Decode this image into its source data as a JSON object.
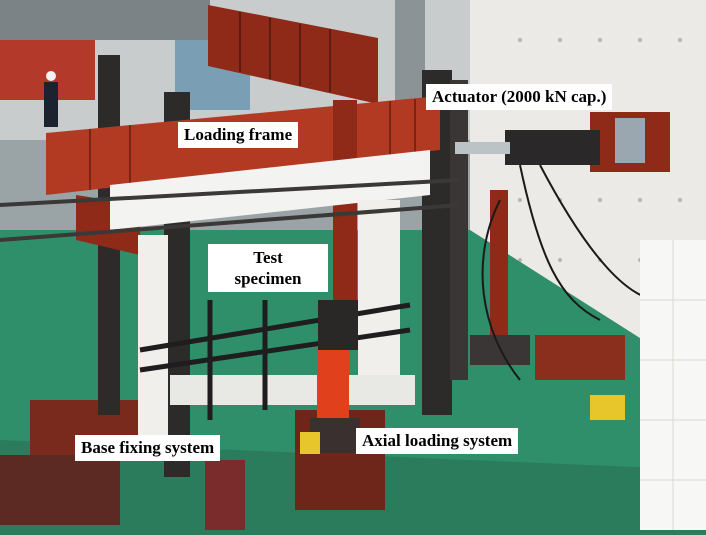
{
  "image": {
    "description_free": true
  },
  "labels": {
    "actuator": "Actuator (2000 kN cap.)",
    "loading_frame": "Loading frame",
    "test_specimen_line1": "Test",
    "test_specimen_line2": "specimen",
    "base_fixing": "Base fixing system",
    "axial_loading": "Axial loading system"
  },
  "colors": {
    "steel_red": "#8f2a18",
    "steel_red_light": "#b23a22",
    "steel_dark": "#2d2a2a",
    "floor_green": "#2f8f6a",
    "wall_white": "#eceae6",
    "jack_orange": "#e1401c",
    "specimen_white": "#f3f3f1"
  }
}
